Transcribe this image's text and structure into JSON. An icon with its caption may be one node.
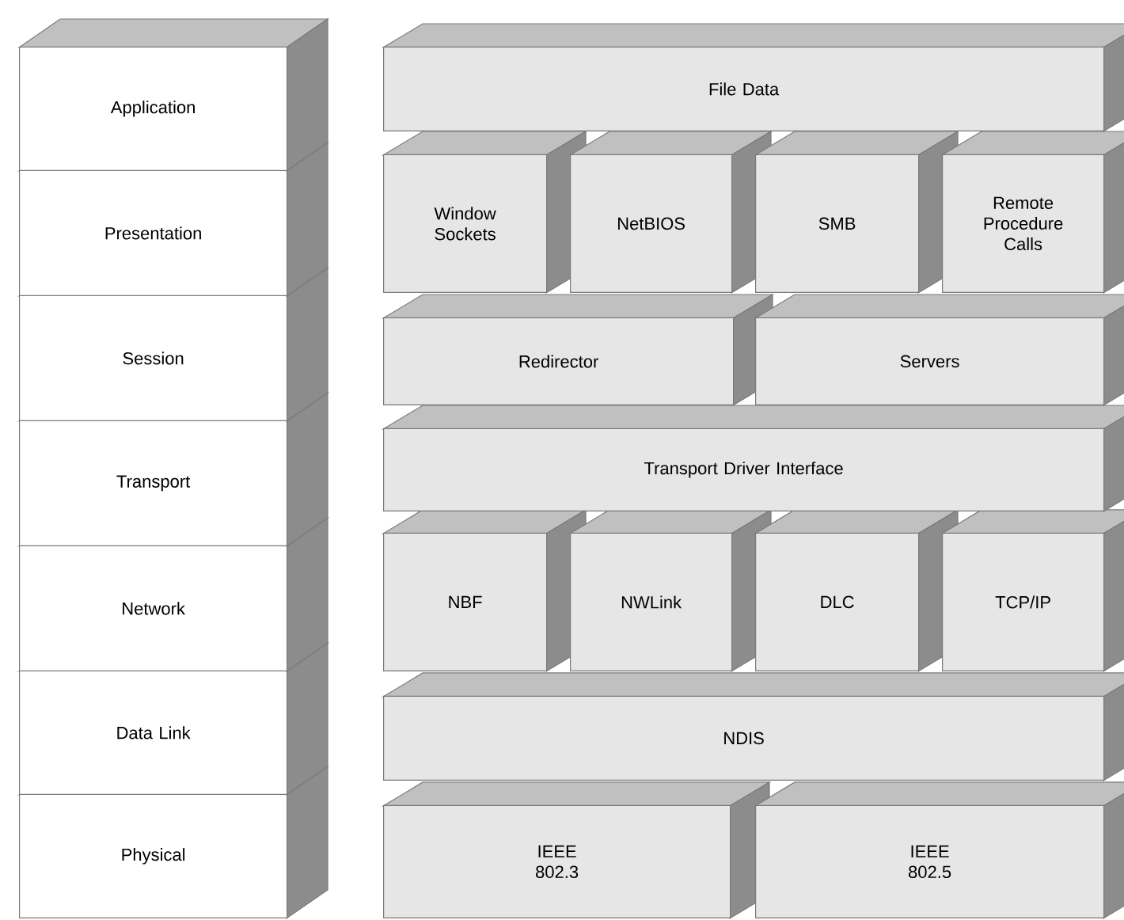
{
  "diagram": {
    "nodes": [
      {
        "text": [
          "Application"
        ]
      },
      {
        "text": [
          "Presentation"
        ]
      },
      {
        "text": [
          "Session"
        ]
      },
      {
        "text": [
          "Transport"
        ]
      },
      {
        "text": [
          "Network"
        ]
      },
      {
        "text": [
          "Data Link"
        ]
      },
      {
        "text": [
          "Physical"
        ]
      },
      {
        "text": [
          "File Data"
        ]
      },
      {
        "text": [
          "Window Sockets"
        ]
      },
      {
        "text": [
          "NetBIOS"
        ]
      },
      {
        "text": [
          "SMB"
        ]
      },
      {
        "text": [
          "Remote Procedure Calls"
        ]
      },
      {
        "text": [
          "Redirector"
        ]
      },
      {
        "text": [
          "Servers"
        ]
      },
      {
        "text": [
          "Transport Driver Interface"
        ]
      },
      {
        "text": [
          "NBF"
        ]
      },
      {
        "text": [
          "NWLink"
        ]
      },
      {
        "text": [
          "DLC"
        ]
      },
      {
        "text": [
          "TCP/IP"
        ]
      },
      {
        "text": [
          "NDIS"
        ]
      },
      {
        "text": [
          "IEEE 802.3"
        ]
      },
      {
        "text": [
          "IEEE 802.5"
        ]
      }
    ]
  }
}
